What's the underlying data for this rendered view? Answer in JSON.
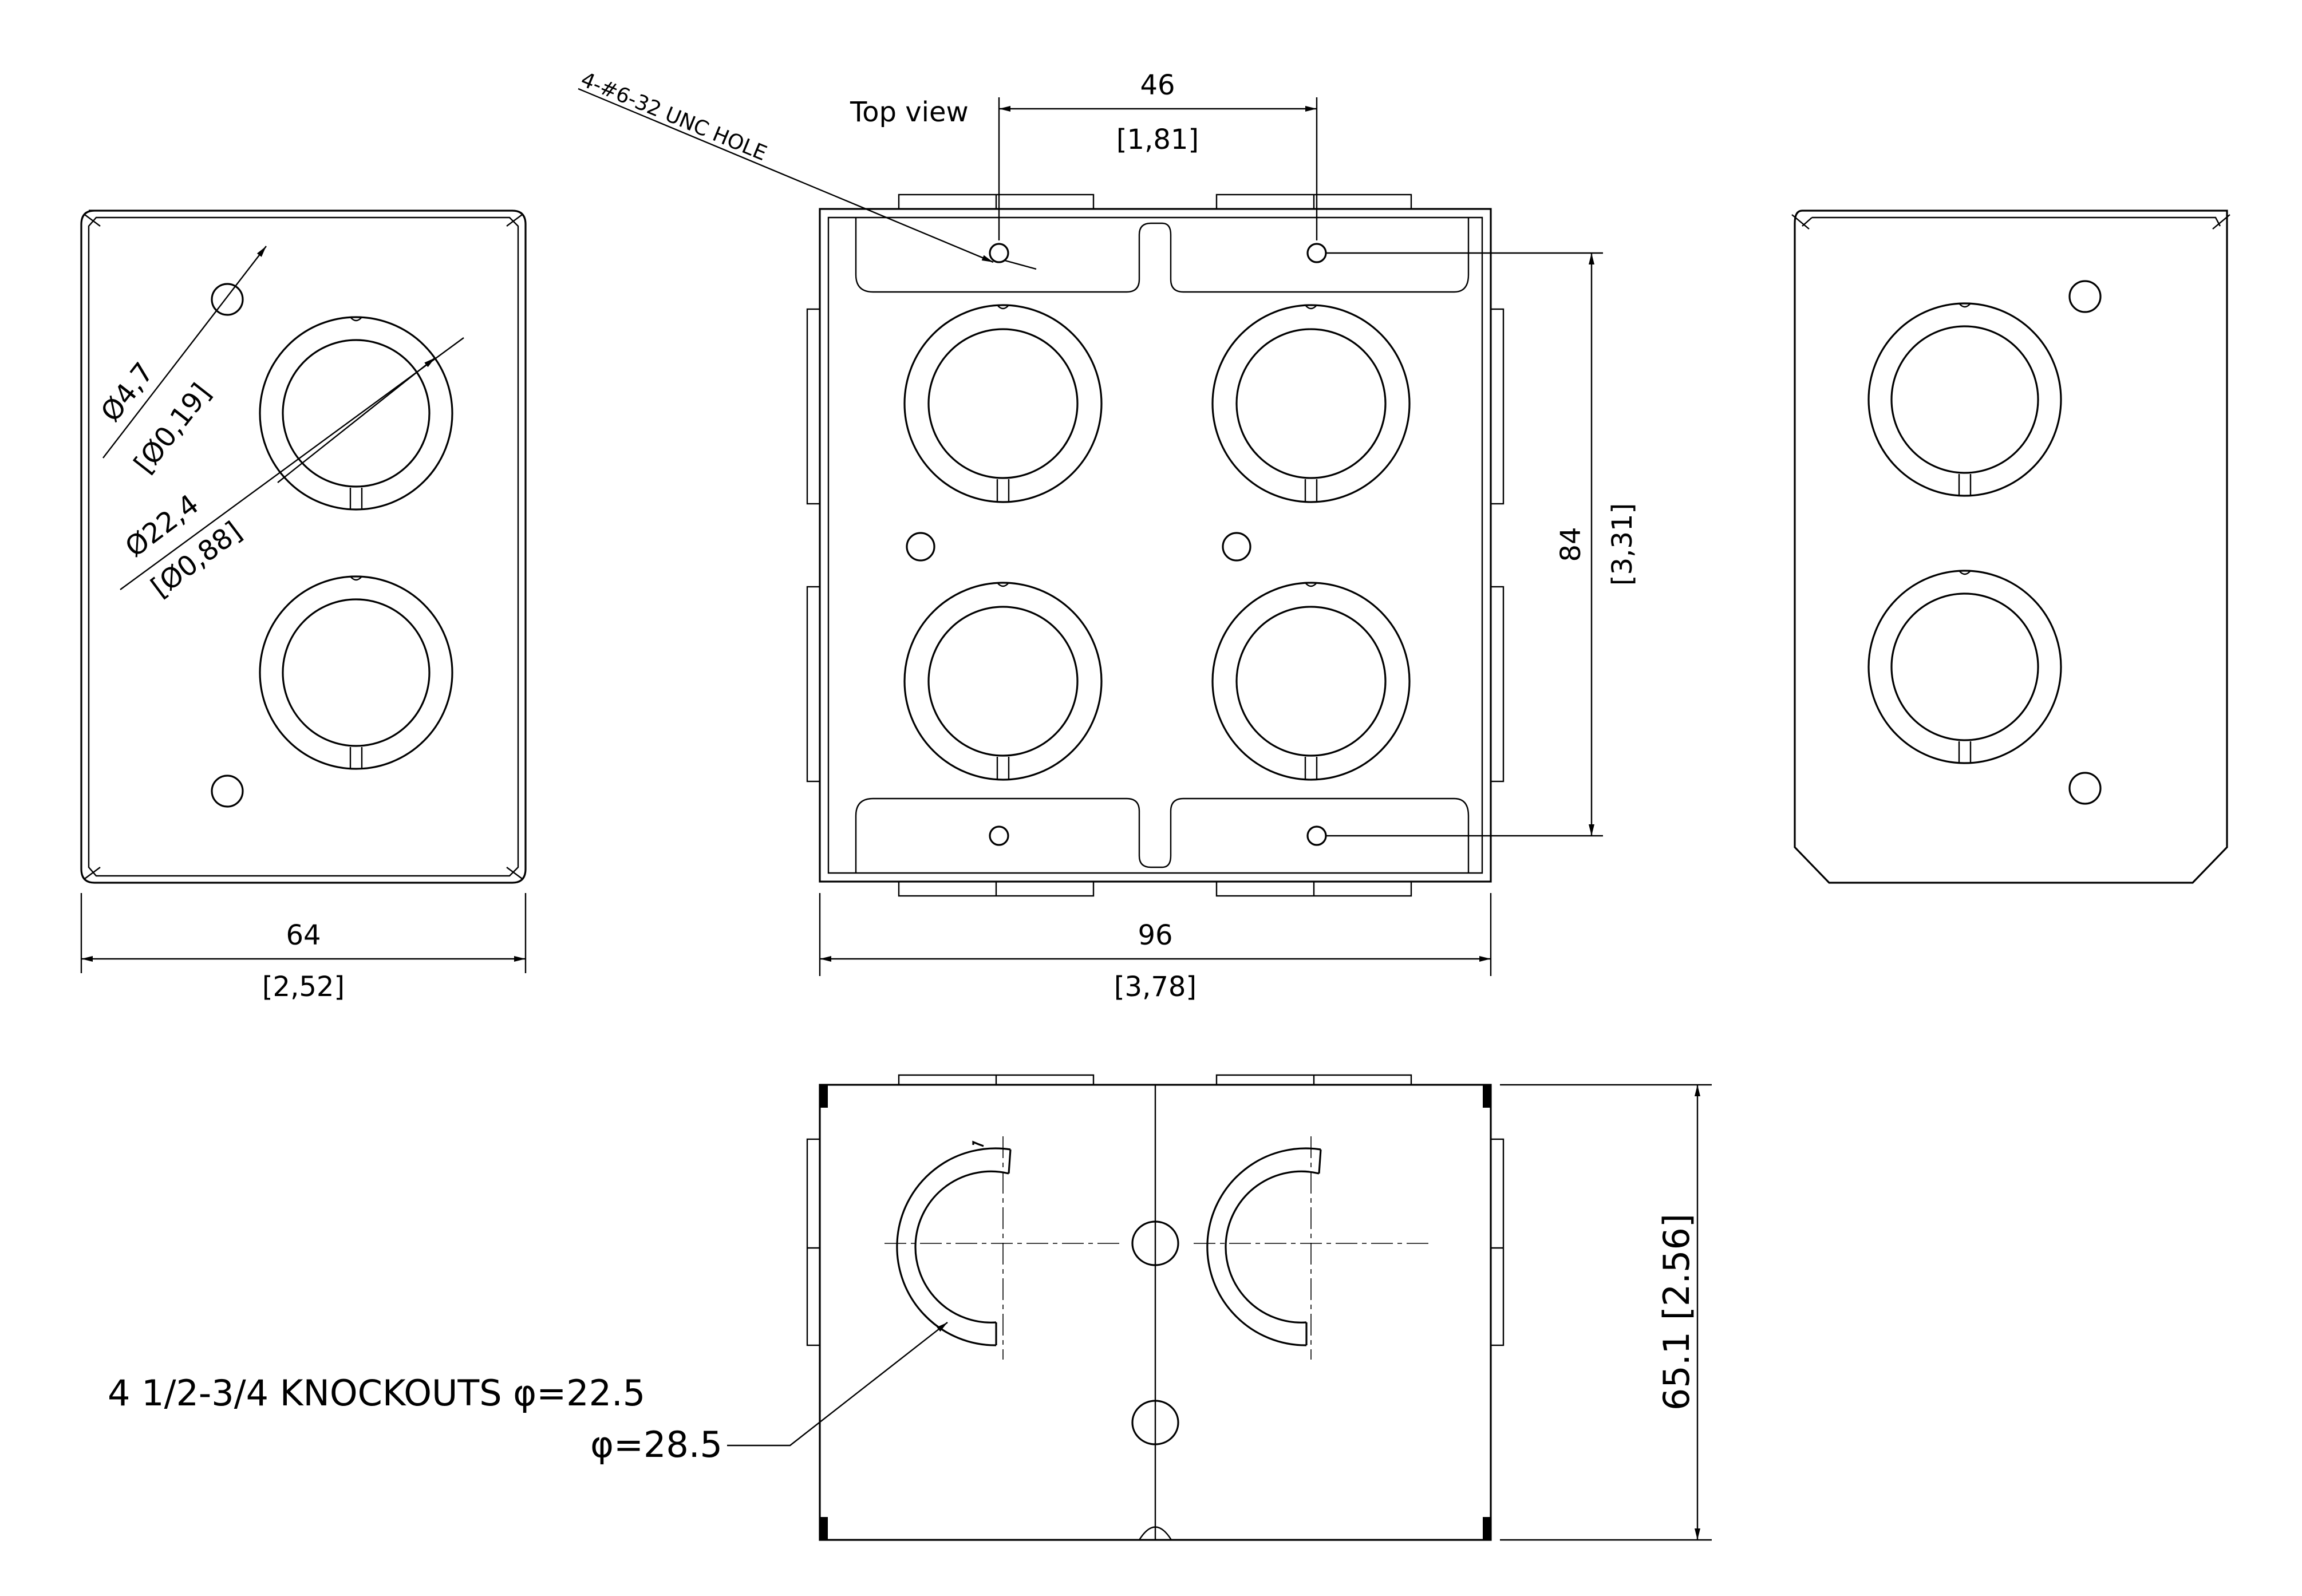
{
  "labels": {
    "top_view": "Top view",
    "hole_callout": "4-#6-32 UNC HOLE",
    "dim_46": "46",
    "dim_46_in": "[1,81]",
    "dim_84": "84",
    "dim_84_in": "[3,31]",
    "dim_96": "96",
    "dim_96_in": "[3,78]",
    "dim_64": "64",
    "dim_64_in": "[2,52]",
    "dia_small": "Ø4,7",
    "dia_small_in": "[Ø0,19]",
    "dia_large": "Ø22,4",
    "dia_large_in": "[Ø0,88]",
    "dim_height": "65.1 [2.56]",
    "knockouts_line1": "4 1/2-3/4 KNOCKOUTS φ=22.5",
    "knockouts_line2": "φ=28.5"
  },
  "colors": {
    "stroke": "#000000",
    "background": "#ffffff"
  }
}
